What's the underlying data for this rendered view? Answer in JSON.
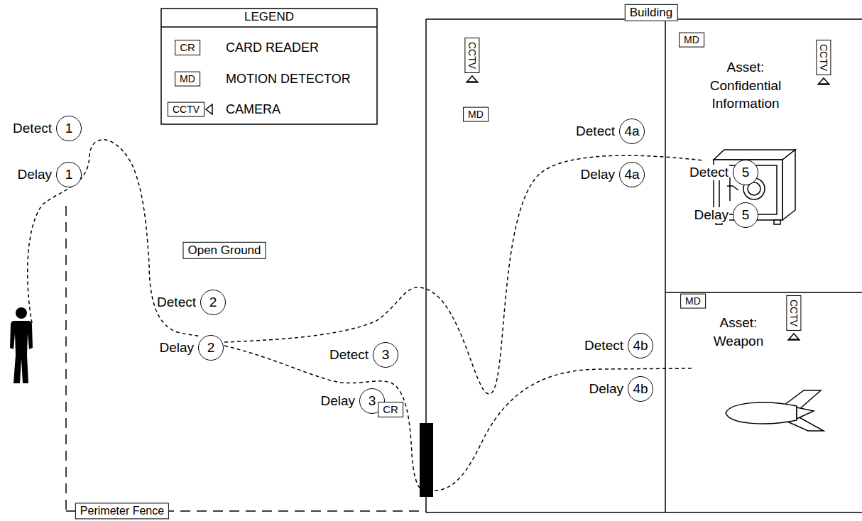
{
  "diagram": {
    "nodes": [
      {
        "text": [
          "CR"
        ]
      },
      {
        "text": [
          "MD"
        ]
      },
      {
        "text": [
          "CCTV"
        ]
      },
      {
        "text": [
          "Building"
        ]
      },
      {
        "text": [
          "Detect",
          "1"
        ]
      },
      {
        "text": [
          "Delay",
          "1"
        ]
      },
      {
        "text": [
          "Open Ground"
        ]
      },
      {
        "text": [
          "Detect",
          "2"
        ]
      },
      {
        "text": [
          "Delay",
          "2"
        ]
      },
      {
        "text": [
          "Detect",
          "3"
        ]
      },
      {
        "text": [
          "Delay",
          "3"
        ]
      },
      {
        "text": [
          "CR"
        ]
      },
      {
        "text": [
          "CCTV"
        ]
      },
      {
        "text": [
          "MD"
        ]
      },
      {
        "text": [
          "Detect",
          "4a"
        ]
      },
      {
        "text": [
          "Delay",
          "4a"
        ]
      },
      {
        "text": [
          "MD"
        ]
      },
      {
        "text": [
          "CCTV"
        ]
      },
      {
        "text": [
          "Detect",
          "5"
        ]
      },
      {
        "text": [
          "Delay",
          "5"
        ]
      },
      {
        "text": [
          "MD"
        ]
      },
      {
        "text": [
          "CCTV"
        ]
      },
      {
        "text": [
          "Detect",
          "4b"
        ]
      },
      {
        "text": [
          "Delay",
          "4b"
        ]
      },
      {
        "text": [
          "Perimeter Fence"
        ]
      }
    ],
    "labels": [
      "LEGEND",
      "Asset: Confidential Information",
      "Asset: Weapon"
    ],
    "legend": [
      {
        "text": "CARD READER"
      },
      {
        "text": "MOTION DETECTOR"
      },
      {
        "text": "CAMERA"
      }
    ]
  }
}
